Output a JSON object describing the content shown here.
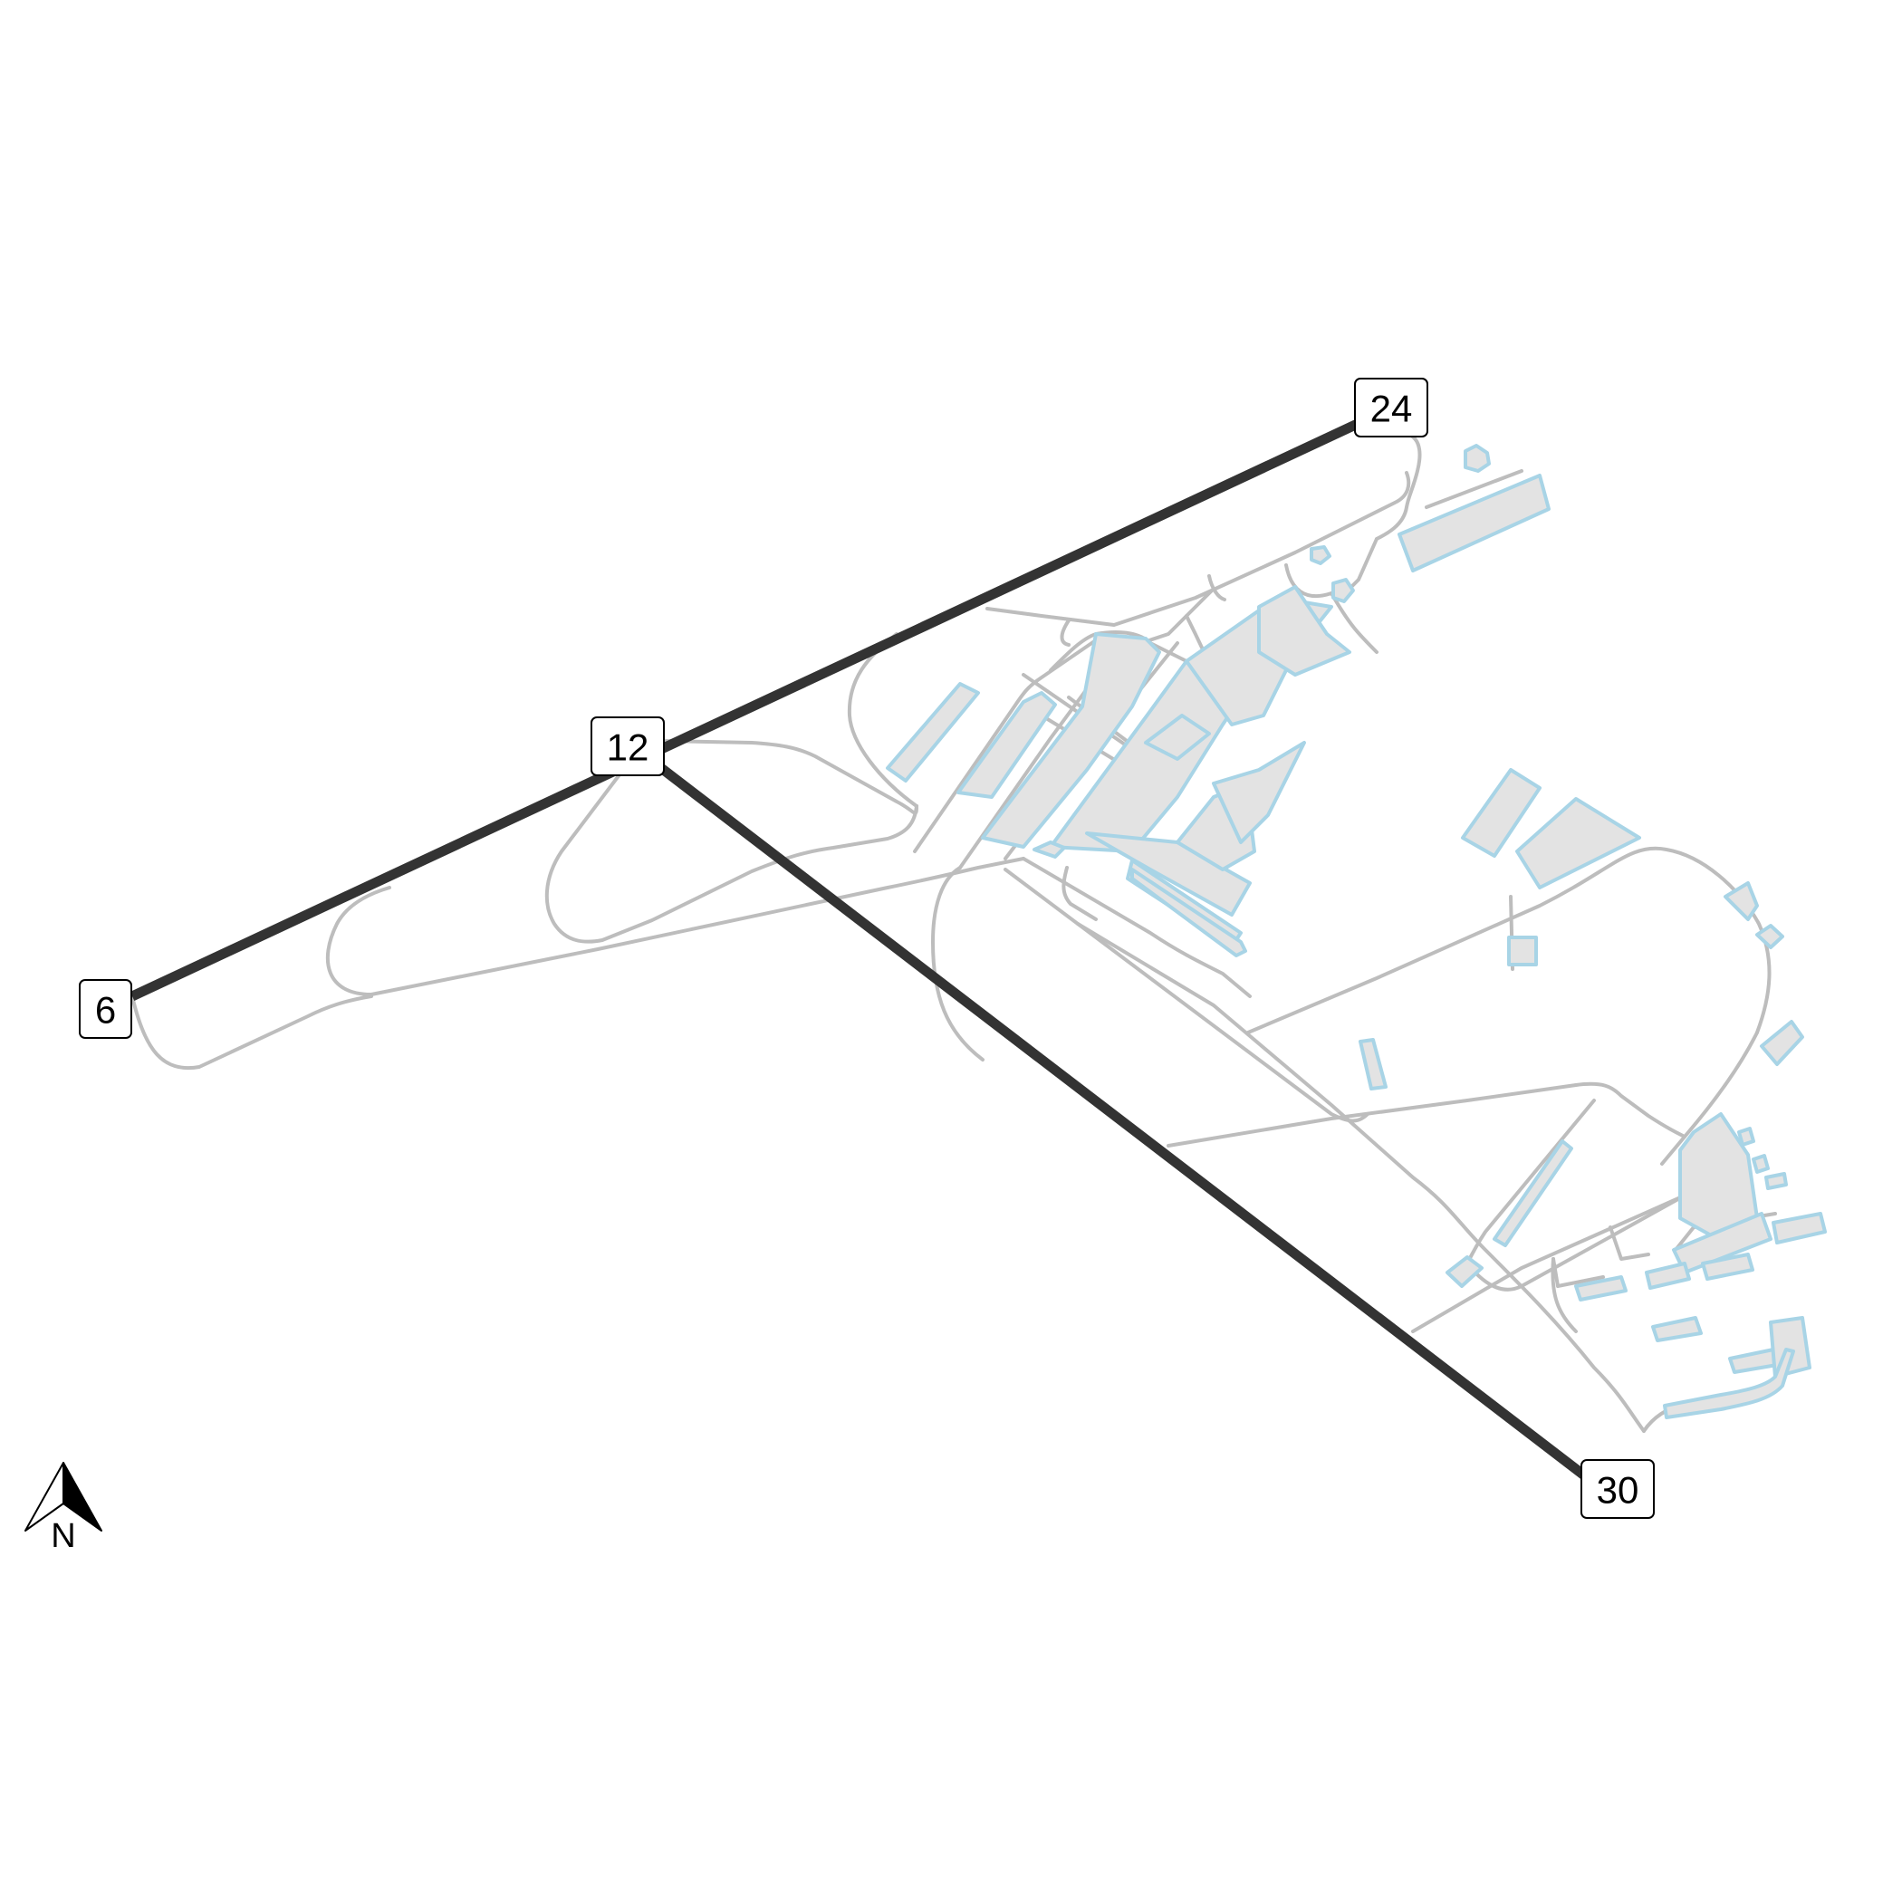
{
  "map": {
    "runway_ends": [
      {
        "id": "rwy-6",
        "label": "6"
      },
      {
        "id": "rwy-24",
        "label": "24"
      },
      {
        "id": "rwy-12",
        "label": "12"
      },
      {
        "id": "rwy-30",
        "label": "30"
      }
    ],
    "north_arrow": {
      "label": "N"
    },
    "colors": {
      "runway": "#333333",
      "taxiway": "#bdbdbd",
      "building_fill": "#e3e3e3",
      "building_outline": "#a8d4e6"
    }
  }
}
